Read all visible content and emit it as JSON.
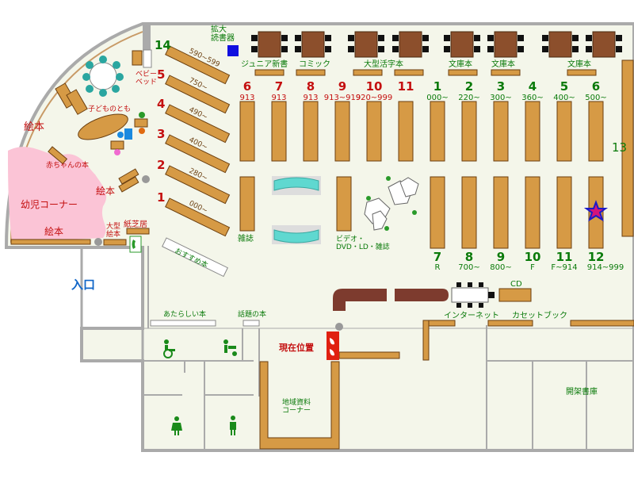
{
  "colors": {
    "wall": "#aaaaaa",
    "floor": "#f4f6ea",
    "shelf_fill": "#d69a45",
    "shelf_stroke": "#6b3f10",
    "green_text": "#0a7a0a",
    "red_text": "#c41010",
    "blue_text": "#1066c8",
    "pink_area": "#fbc4d6",
    "table_brown": "#8c4f2c",
    "chair_dark": "#111111",
    "pool": "#5fd8d0",
    "counter": "#7d3b2e",
    "here_red": "#e02010",
    "star": "#d4147a"
  },
  "labels": {
    "kakudai": "拡大\n読書器",
    "junior": "ジュニア新書",
    "comic": "コミック",
    "oogata": "大型活字本",
    "bunko1": "文庫本",
    "bunko2": "文庫本",
    "bunko3": "文庫本",
    "baby_bed": "ベビー\nベッド",
    "kodomo": "子どものとも",
    "ehon1": "絵本",
    "akachan": "赤ちゃんの本",
    "ehon2": "絵本",
    "youji": "幼児コーナー",
    "ehon3": "絵本",
    "oogata_ehon": "大型\n絵本",
    "kamishibai": "紙芝居",
    "osusume": "おすすめ本",
    "zasshi": "雑誌",
    "video": "ビデオ・\nDVD・LD・雑誌",
    "entrance": "入口",
    "atarashii": "あたらしい本",
    "wadai": "話題の本",
    "genzai": "現在位置",
    "internet": "インターネット",
    "cassette": "カセットブック",
    "cd": "CD",
    "kaika": "開架書庫",
    "chiiki": "地域資料\nコーナー"
  },
  "diag_shelves": [
    {
      "num": "14",
      "range": "590~599"
    },
    {
      "num": "5",
      "range": "750~"
    },
    {
      "num": "4",
      "range": "490~"
    },
    {
      "num": "3",
      "range": "400~"
    },
    {
      "num": "2",
      "range": "280~"
    },
    {
      "num": "1",
      "range": "000~"
    }
  ],
  "top_shelves": [
    {
      "num": "6",
      "range": "913"
    },
    {
      "num": "7",
      "range": "913"
    },
    {
      "num": "8",
      "range": "913"
    },
    {
      "num": "9",
      "range": "913~919"
    },
    {
      "num": "10",
      "range": "920~999"
    },
    {
      "num": "11",
      "range": ""
    },
    {
      "num": "1",
      "range": "000~"
    },
    {
      "num": "2",
      "range": "220~"
    },
    {
      "num": "3",
      "range": "300~"
    },
    {
      "num": "4",
      "range": "360~"
    },
    {
      "num": "5",
      "range": "400~"
    },
    {
      "num": "6",
      "range": "500~"
    }
  ],
  "bottom_shelves": [
    {
      "num": "7",
      "range": "R"
    },
    {
      "num": "8",
      "range": "700~"
    },
    {
      "num": "9",
      "range": "800~"
    },
    {
      "num": "10",
      "range": "F"
    },
    {
      "num": "11",
      "range": "F~914"
    },
    {
      "num": "12",
      "range": "914~999"
    }
  ],
  "shelf_13": "13"
}
